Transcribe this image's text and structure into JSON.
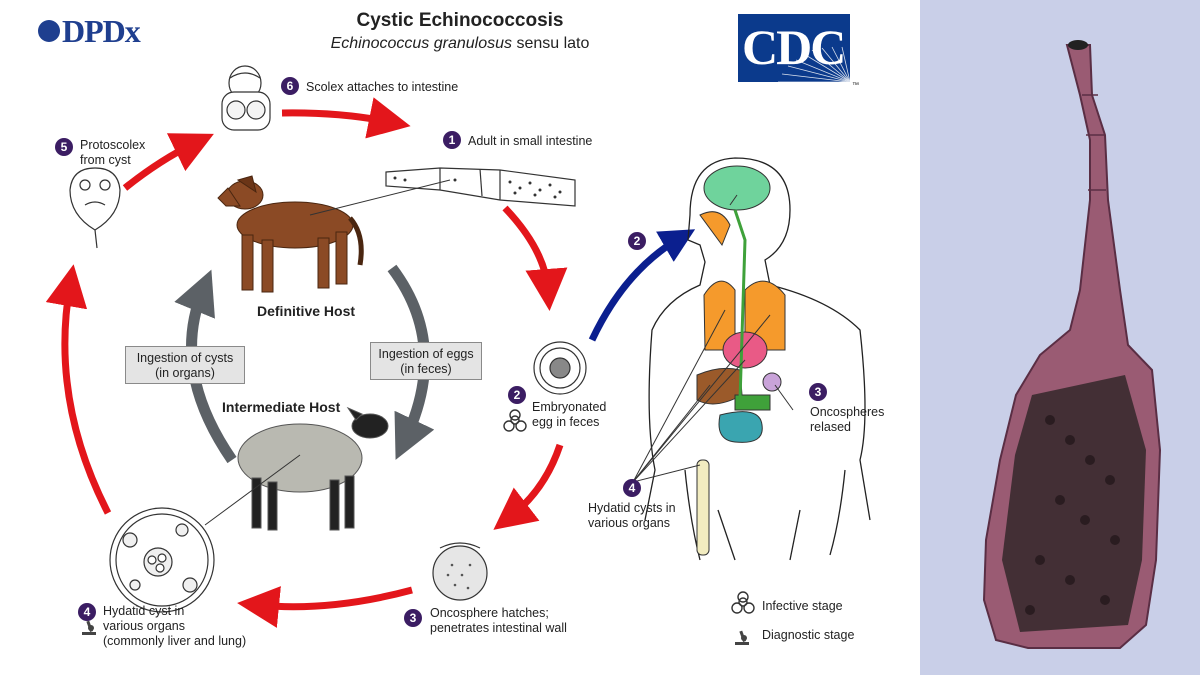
{
  "header": {
    "dpdx_logo": "DPDx",
    "title": "Cystic Echinococcosis",
    "subtitle_italic": "Echinococcus granulosus",
    "subtitle_rest": " sensu lato",
    "cdc_logo": "CDC",
    "tm": "™"
  },
  "stages": {
    "s1": {
      "num": "1",
      "label": "Adult in small intestine"
    },
    "s2": {
      "num": "2",
      "line1": "Embryonated",
      "line2": "egg in feces"
    },
    "s2b": {
      "num": "2"
    },
    "s3": {
      "num": "3",
      "line1": "Oncosphere hatches;",
      "line2": "penetrates intestinal wall"
    },
    "s3b": {
      "num": "3",
      "line1": "Oncospheres",
      "line2": "relased"
    },
    "s4": {
      "num": "4",
      "line1": "Hydatid cyst in",
      "line2": "various organs",
      "line3": "(commonly liver and lung)"
    },
    "s4b": {
      "num": "4",
      "line1": "Hydatid cysts in",
      "line2": "various organs"
    },
    "s5": {
      "num": "5",
      "line1": "Protoscolex",
      "line2": "from cyst"
    },
    "s6": {
      "num": "6",
      "label": "Scolex attaches to intestine"
    }
  },
  "hosts": {
    "definitive": "Definitive Host",
    "intermediate": "Intermediate Host"
  },
  "boxes": {
    "cysts": {
      "line1": "Ingestion of cysts",
      "line2": "(in organs)"
    },
    "eggs": {
      "line1": "Ingestion of eggs",
      "line2": "(in feces)"
    }
  },
  "legend": {
    "infective": "Infective stage",
    "diagnostic": "Diagnostic stage"
  },
  "colors": {
    "red_arrow": "#e3161b",
    "blue_arrow": "#0b1f8f",
    "gray_arrow": "#5c6166",
    "badge": "#3b1d63",
    "cdc_blue": "#0b3a8c",
    "photo_bg": "#c9cfe8",
    "worm": "#8f4f68"
  }
}
